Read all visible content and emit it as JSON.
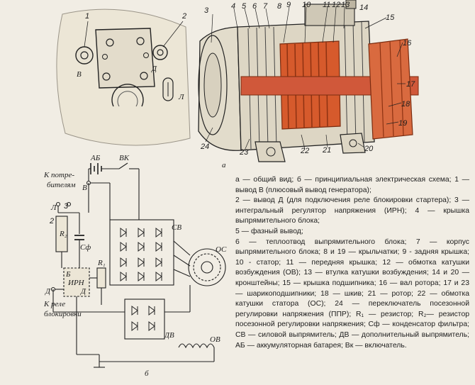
{
  "figure_labels": {
    "a": "а",
    "b": "б"
  },
  "callouts_top": [
    "1",
    "2",
    "3",
    "4",
    "5",
    "6",
    "7",
    "8",
    "9",
    "10",
    "11",
    "12",
    "13",
    "14",
    "15",
    "16",
    "17",
    "18",
    "19",
    "20",
    "21",
    "22",
    "23",
    "24"
  ],
  "plate_labels": {
    "B": "В",
    "D": "Д",
    "L": "Л"
  },
  "schematic_labels": {
    "ab": "АБ",
    "vk": "ВК",
    "to_consumers": "К потре-",
    "to_consumers_2": "бителям",
    "b_terminal": "В",
    "l": "Л",
    "three": "3",
    "two": "2",
    "r2": "R₂",
    "cf": "Сф",
    "r1": "R₁",
    "irn_b": "Б",
    "irn": "ИРН",
    "irn_d": "Д",
    "d": "Д",
    "to_relay": "К реле",
    "to_relay_2": "блокировки",
    "sv": "СВ",
    "os": "ОС",
    "ov": "ОВ",
    "dv": "ДВ"
  },
  "caption": [
    "а — общий вид; б — принципиальная электрическая схема; 1 — вывод В (плюсовый вывод генератора);",
    "2 — вывод Д (для подключения реле блокировки стартера); 3 — интегральный регулятор напряжения (ИРН); 4 — крышка выпрямительного блока;",
    "5 — фазный вывод;",
    "6 — теплоотвод выпрямительного блока; 7 — корпус выпрямительного блока; 8 и 19 — крыльчатки; 9 - задняя крышка; 10 - статор; 11 — передняя крышка; 12 — обмотка катушки возбуждения (ОВ); 13 — втулка катушки возбуждения; 14 и 20 — кронштейны; 15 — крышка подшипника; 16 — вал ротора; 17 и 23 — шарикоподшипники; 18 — шкив; 21 — ротор; 22 — обмотка катушки статора (ОС); 24 — переключатель посезонной регулировки напряжения (ППР); R₁ — резистор; R₂— резистор посезонной регулировки напряжения; Сф — конденсатор фильтра; СВ — силовой выпрямитель; ДВ — дополнительный выпрямитель; АБ — аккумуляторная батарея; Вк — включатель."
  ]
}
